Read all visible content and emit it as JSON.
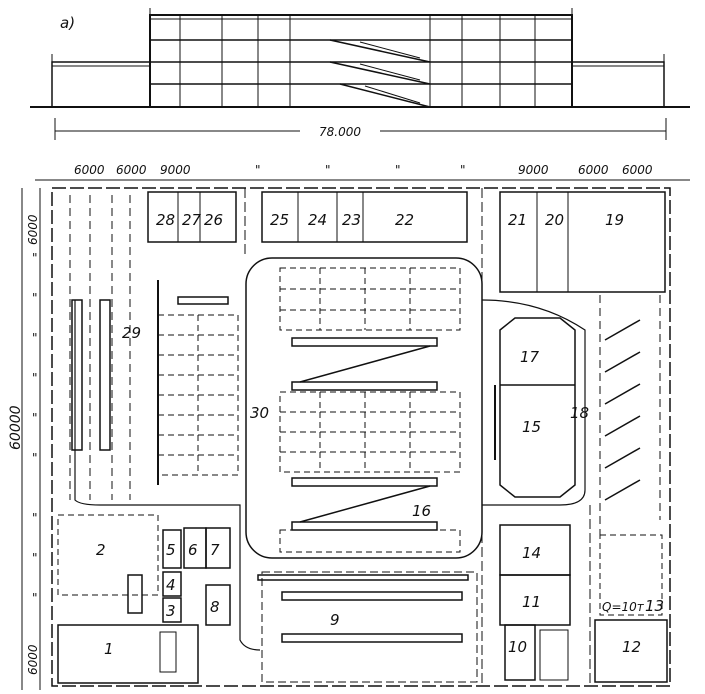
{
  "figure_label": "а)",
  "section": {
    "overall_length": "78.000"
  },
  "dimensions": {
    "top_left": [
      "6000",
      "6000",
      "9000"
    ],
    "top_right": [
      "9000",
      "6000",
      "6000"
    ],
    "ditto": "\"",
    "left_top": "6000",
    "left_total": "60000",
    "left_bottom": "6000"
  },
  "rooms": [
    "1",
    "2",
    "3",
    "4",
    "5",
    "6",
    "7",
    "8",
    "9",
    "10",
    "11",
    "12",
    "13",
    "14",
    "15",
    "16",
    "17",
    "18",
    "19",
    "20",
    "21",
    "22",
    "23",
    "24",
    "25",
    "26",
    "27",
    "28",
    "29",
    "30"
  ],
  "annotation": "Q=10т"
}
